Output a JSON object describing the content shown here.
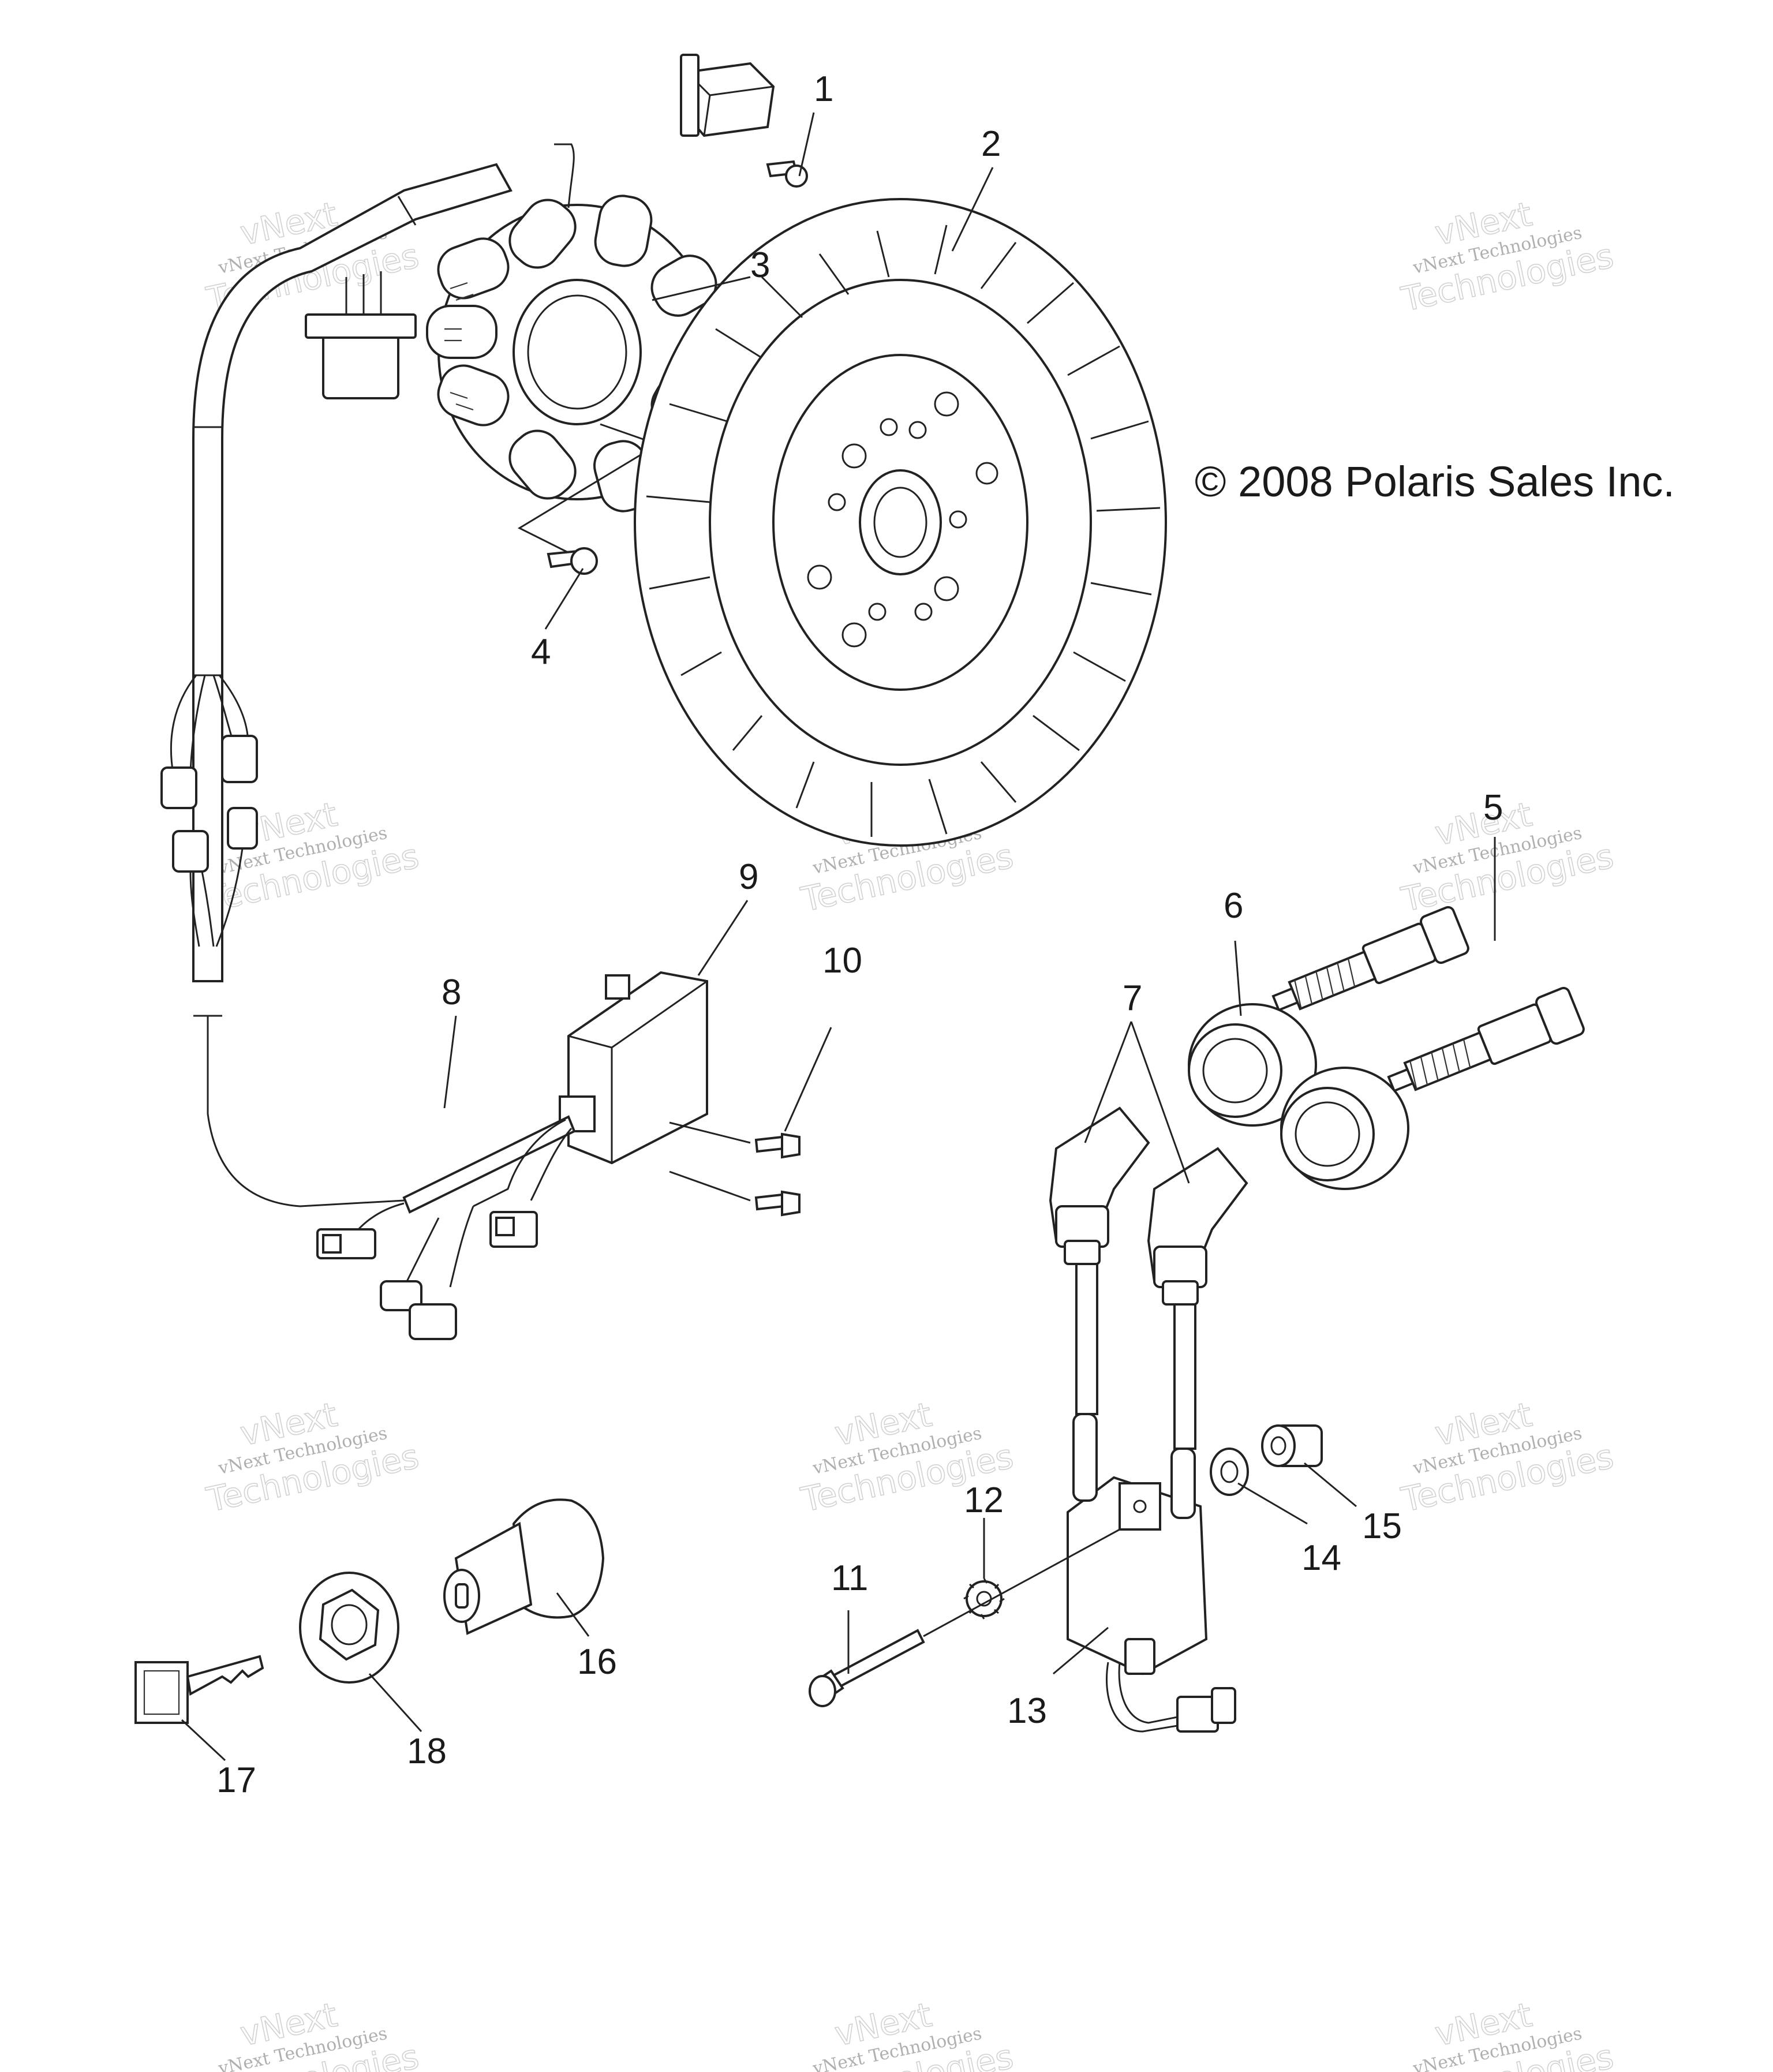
{
  "copyright": "© 2008 Polaris Sales Inc.",
  "watermark": {
    "line1": "vNext",
    "line2": "vNext Technologies",
    "line3": "Technologies"
  },
  "callouts": [
    "1",
    "2",
    "3",
    "4",
    "5",
    "6",
    "7",
    "8",
    "9",
    "10",
    "11",
    "12",
    "13",
    "14",
    "15",
    "16",
    "17",
    "18"
  ]
}
